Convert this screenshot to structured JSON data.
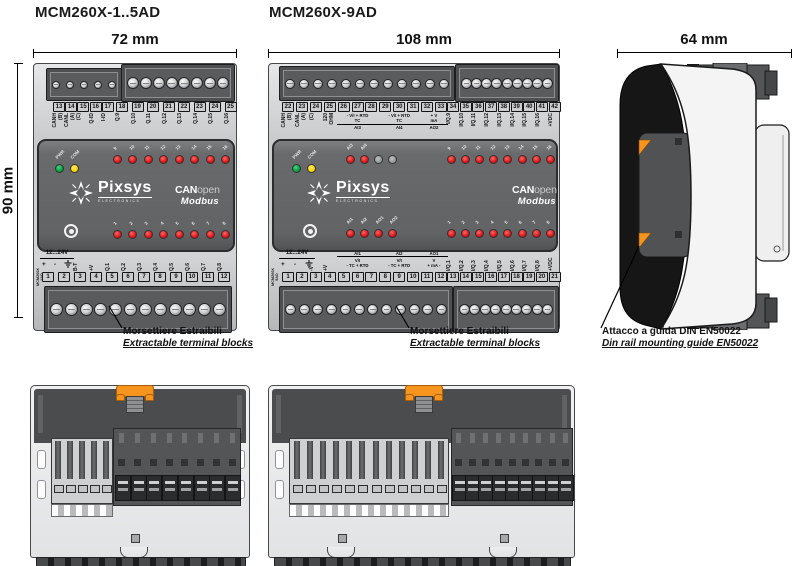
{
  "titles": {
    "m1": "MCM260X-1..5AD",
    "m9": "MCM260X-9AD"
  },
  "dims": {
    "m1_width": "72 mm",
    "m9_width": "108 mm",
    "side_width": "64 mm",
    "height": "90 mm"
  },
  "brand": {
    "name": "Pixsys",
    "sub": "ELECTRONICS",
    "can": "CAN",
    "open": "open",
    "modbus": "Modbus"
  },
  "callouts": {
    "blocks_it": "Morsettiere Estraibili",
    "blocks_en": "Extractable terminal blocks",
    "din_it": "Attacco a guida DIN EN50022",
    "din_en": "Din rail mounting guide EN50022"
  },
  "m1": {
    "side_label": "MCM260X\n1AD",
    "power": {
      "label": "12...24V",
      "plus": "+",
      "minus": "-"
    },
    "top": {
      "groups": [
        {
          "numbers": [
            "13",
            "14",
            "15",
            "16",
            "17"
          ],
          "labels": [
            "CANH\n(B)",
            "CANL\n(A)",
            "(C)",
            "Q-ID",
            "I-ID"
          ]
        },
        {
          "numbers": [
            "18",
            "19",
            "20",
            "21",
            "22",
            "23",
            "24",
            "25"
          ],
          "labels": [
            "Q.9",
            "Q.10",
            "Q.11",
            "Q.12",
            "Q.13",
            "Q.14",
            "Q.15",
            "Q.16"
          ]
        }
      ]
    },
    "bottom": {
      "groups": [
        {
          "numbers": [
            "1",
            "2",
            "3",
            "4",
            "5",
            "6",
            "7",
            "8",
            "9",
            "10",
            "11",
            "12"
          ],
          "labels": [
            "",
            "",
            "B-T",
            "+V",
            "Q.1",
            "Q.2",
            "Q.3",
            "Q.4",
            "Q.5",
            "Q.6",
            "Q.7",
            "Q.8"
          ]
        }
      ]
    },
    "leds": {
      "status": [
        {
          "label": "PWR",
          "color": "green"
        },
        {
          "label": "COM",
          "color": "yellow"
        }
      ],
      "top": [
        "9",
        "10",
        "11",
        "12",
        "13",
        "14",
        "15",
        "16"
      ],
      "bottom": [
        "1",
        "2",
        "3",
        "4",
        "5",
        "6",
        "7",
        "8"
      ]
    }
  },
  "m9": {
    "side_label": "MCM260X\n9AD",
    "power": {
      "label": "12...24V",
      "plus": "+",
      "minus": "-"
    },
    "top": {
      "groups": [
        {
          "numbers": [
            "22",
            "23",
            "24",
            "25",
            "26",
            "27",
            "28",
            "29",
            "30",
            "31",
            "32",
            "33"
          ],
          "labels": [
            "CANH\n(B)",
            "CANL\n(A)",
            "(C)",
            "120\nOHM",
            "",
            "",
            "",
            "",
            "",
            "",
            "",
            ""
          ],
          "analog": [
            {
              "name": "AI3",
              "l1": "- V/I + RTD",
              "l2": "TC",
              "span": [
                4,
                6
              ],
              "pos": "top"
            },
            {
              "name": "AI4",
              "l1": "- V/I + RTD",
              "l2": "TC",
              "span": [
                7,
                9
              ],
              "pos": "top"
            },
            {
              "name": "AO2",
              "l1": "+ V",
              "l2": "mA",
              "span": [
                10,
                11
              ],
              "pos": "top"
            }
          ]
        },
        {
          "numbers": [
            "34",
            "35",
            "36",
            "37",
            "38",
            "39",
            "40",
            "41",
            "42"
          ],
          "labels": [
            "I/Q.9",
            "I/Q.10",
            "I/Q.11",
            "I/Q.12",
            "I/Q.13",
            "I/Q.14",
            "I/Q.15",
            "I/Q.16",
            "+VDC"
          ]
        }
      ]
    },
    "bottom": {
      "groups": [
        {
          "numbers": [
            "1",
            "2",
            "3",
            "4",
            "5",
            "6",
            "7",
            "8",
            "9",
            "10",
            "11",
            "12"
          ],
          "labels": [
            "",
            "",
            "-V",
            "+V",
            "",
            "",
            "",
            "",
            "",
            "",
            "",
            ""
          ],
          "analog": [
            {
              "name": "AI1",
              "l1": "V/I",
              "l2": "- TC + RTD",
              "span": [
                4,
                6
              ],
              "pos": "bottom"
            },
            {
              "name": "AI2",
              "l1": "V/I",
              "l2": "- TC + RTD",
              "span": [
                7,
                9
              ],
              "pos": "bottom"
            },
            {
              "name": "AO1",
              "l1": "V",
              "l2": "+ mA -",
              "span": [
                10,
                11
              ],
              "pos": "bottom"
            }
          ]
        },
        {
          "numbers": [
            "13",
            "14",
            "15",
            "16",
            "17",
            "18",
            "19",
            "20",
            "21"
          ],
          "labels": [
            "I/Q.1",
            "I/Q.2",
            "I/Q.3",
            "I/Q.4",
            "I/Q.5",
            "I/Q.6",
            "I/Q.7",
            "I/Q.8",
            "+VDC"
          ]
        }
      ]
    },
    "leds": {
      "status": [
        {
          "label": "PWR",
          "color": "green"
        },
        {
          "label": "COM",
          "color": "yellow"
        }
      ],
      "analog_top": [
        {
          "label": "AI3",
          "color": "red"
        },
        {
          "label": "AI4",
          "color": "red"
        },
        {
          "label": "",
          "color": "off"
        },
        {
          "label": "",
          "color": "off"
        }
      ],
      "top": [
        "9",
        "10",
        "11",
        "12",
        "13",
        "14",
        "15",
        "16"
      ],
      "analog_bottom": [
        {
          "label": "AI1",
          "color": "red"
        },
        {
          "label": "AI2",
          "color": "red"
        },
        {
          "label": "AO1",
          "color": "red"
        },
        {
          "label": "AO2",
          "color": "red"
        }
      ],
      "bottom": [
        "1",
        "2",
        "3",
        "4",
        "5",
        "6",
        "7",
        "8"
      ]
    }
  }
}
